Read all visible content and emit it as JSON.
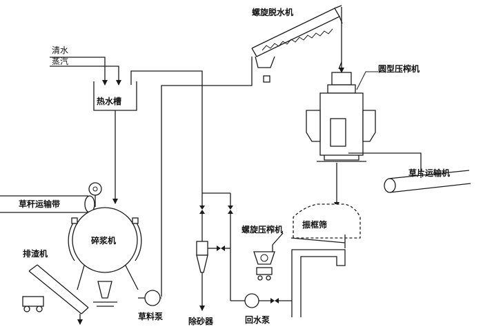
{
  "labels": {
    "screw_dewatering_machine": "螺旋脱水机",
    "clear_water": "清水",
    "steam": "蒸汽",
    "hot_water_tank": "热水槽",
    "round_press": "圆型压榨机",
    "straw_conveyor_belt": "草秆运输带",
    "chip_conveyor": "草片运输机",
    "pulper": "碎浆机",
    "slag_discharger": "排渣机",
    "vibrating_screen": "振框筛",
    "screw_press": "螺旋压榨机",
    "straw_pump": "草料泵",
    "desander": "除砂器",
    "return_water_pump": "回水泵"
  }
}
